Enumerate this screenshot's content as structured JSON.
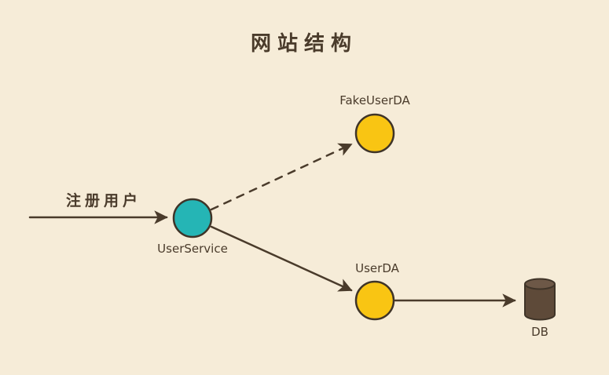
{
  "colors": {
    "background": "#f6ecd8",
    "ink": "#4a3b2b",
    "teal": "#25b5b5",
    "yellow": "#f9c513",
    "db_body": "#5e4a39",
    "db_top": "#6d5847"
  },
  "diagram": {
    "title": "网站结构",
    "flow_label": "注册用户",
    "nodes": [
      {
        "id": "user-service",
        "label": "UserService"
      },
      {
        "id": "fake-user-da",
        "label": "FakeUserDA"
      },
      {
        "id": "user-da",
        "label": "UserDA"
      },
      {
        "id": "db",
        "label": "DB"
      }
    ]
  }
}
